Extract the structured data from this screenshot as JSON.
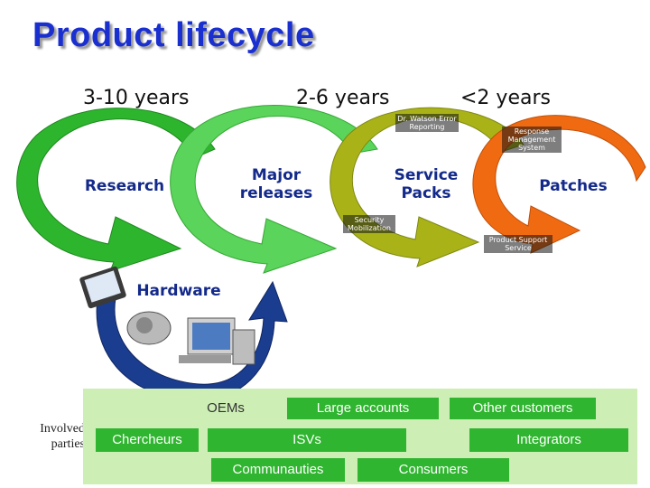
{
  "title": "Product lifecycle",
  "timeline": {
    "research_years": "3-10 years",
    "major_years": "2-6 years",
    "patch_years": "<2 years"
  },
  "stages": {
    "research": "Research",
    "major_releases": "Major releases",
    "service_packs": "Service Packs",
    "patches": "Patches",
    "hardware": "Hardware"
  },
  "callouts": {
    "dr_watson": "Dr. Watson Error Reporting",
    "response_system": "Response Management System",
    "security_mobilization": "Security Mobilization",
    "product_support": "Product Support Service"
  },
  "parties": {
    "label": "Involved parties",
    "oems": "OEMs",
    "large_accounts": "Large accounts",
    "other_customers": "Other customers",
    "chercheurs": "Chercheurs",
    "isvs": "ISVs",
    "integrators": "Integrators",
    "communauties": "Communauties",
    "consumers": "Consumers"
  },
  "colors": {
    "research_arrow": "#2eb52e",
    "major_arrow": "#5bd45b",
    "service_arrow": "#a9b318",
    "patch_arrow": "#f06a12",
    "hardware_arrow": "#1b3d8f",
    "parties_bg": "#cdeeb5",
    "title": "#1a2fd0"
  }
}
